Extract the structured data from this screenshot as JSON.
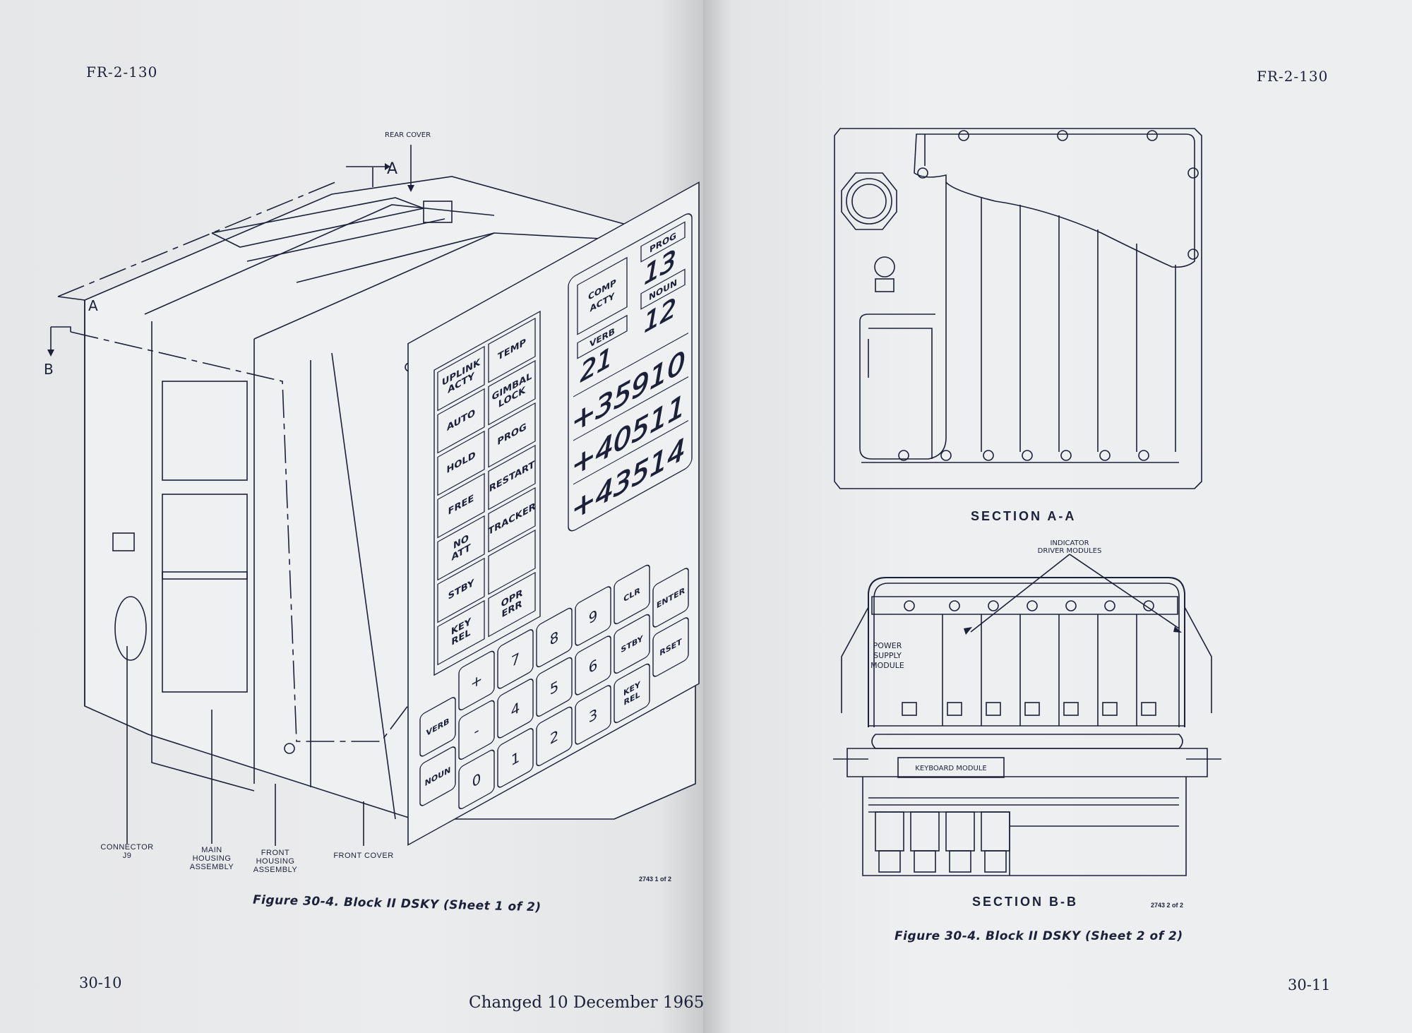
{
  "left_page": {
    "header": "FR-2-130",
    "page_number": "30-10",
    "footer": "Changed 10 December 1965",
    "figure_ref": "2743 1 of 2",
    "caption": "Figure 30-4.  Block II DSKY  (Sheet 1 of 2)",
    "section_markers": {
      "a": "A",
      "a2": "A",
      "b": "B"
    },
    "callouts": {
      "rear_cover": "REAR COVER",
      "connector": [
        "CONNECTOR",
        "J9"
      ],
      "main_housing": [
        "MAIN",
        "HOUSING",
        "ASSEMBLY"
      ],
      "front_housing": [
        "FRONT",
        "HOUSING",
        "ASSEMBLY"
      ],
      "front_cover": "FRONT COVER"
    },
    "dsky": {
      "caution_lights": [
        [
          "UPLINK ACTY",
          "TEMP"
        ],
        [
          "AUTO",
          "GIMBAL LOCK"
        ],
        [
          "HOLD",
          "PROG"
        ],
        [
          "FREE",
          "RESTART"
        ],
        [
          "NO ATT",
          "TRACKER"
        ],
        [
          "STBY",
          ""
        ],
        [
          "KEY REL",
          "OPR ERR"
        ]
      ],
      "display": {
        "comp_acty": "COMP ACTY",
        "prog_label": "PROG",
        "prog_value": "13",
        "verb_label": "VERB",
        "verb_value": "21",
        "noun_label": "NOUN",
        "noun_value": "12",
        "registers": [
          "+35910",
          "+40511",
          "+43514"
        ]
      },
      "keypad": [
        [
          "VERB",
          "NOUN"
        ],
        [
          "+",
          "-",
          "0"
        ],
        [
          "7",
          "4",
          "1"
        ],
        [
          "8",
          "5",
          "2"
        ],
        [
          "9",
          "6",
          "3"
        ],
        [
          "CLR",
          "STBY",
          "KEY REL"
        ],
        [
          "ENTER",
          "RSET"
        ]
      ]
    }
  },
  "right_page": {
    "header": "FR-2-130",
    "page_number": "30-11",
    "figure_ref": "2743 2 of 2",
    "caption": "Figure 30-4.  Block II DSKY  (Sheet 2 of 2)",
    "section_aa": "SECTION A-A",
    "section_bb": "SECTION B-B",
    "labels": {
      "indicator_driver": [
        "INDICATOR",
        "DRIVER MODULES"
      ],
      "power_supply": [
        "POWER",
        "SUPPLY",
        "MODULE"
      ],
      "keyboard_module": "KEYBOARD MODULE"
    }
  },
  "colors": {
    "ink": "#1c2038",
    "paper": "#eceef0"
  }
}
